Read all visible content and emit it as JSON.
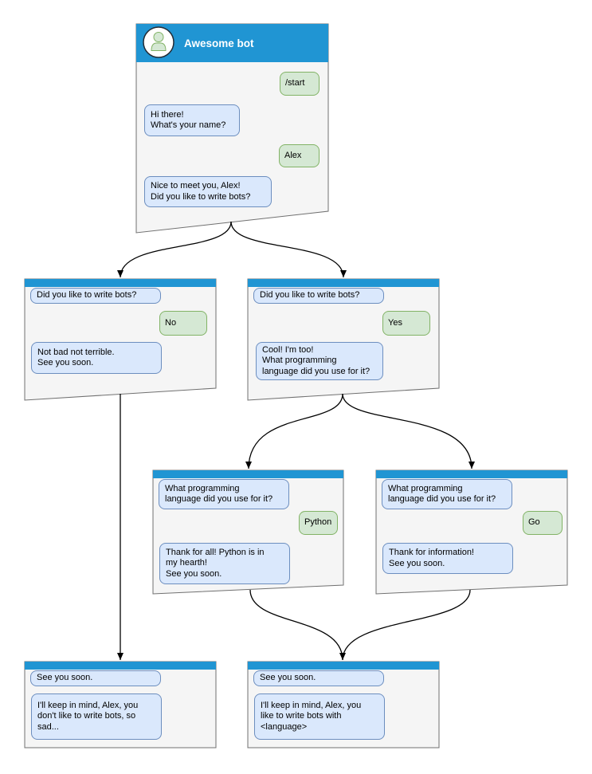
{
  "diagram": {
    "kind": "chatbot-conversation-flowchart",
    "colors": {
      "header_blue": "#2095d3",
      "window_fill": "#f5f5f5",
      "window_border": "#707070",
      "bot_bubble_fill": "#dae8fc",
      "bot_bubble_border": "#6c8ebf",
      "user_bubble_fill": "#d5e8d4",
      "user_bubble_border": "#82b366",
      "arrow": "#000000",
      "title_text": "#ffffff"
    },
    "windows": {
      "main": {
        "title": "Awesome bot",
        "avatar_icon": "person-icon",
        "messages": [
          {
            "sender": "user",
            "text": "/start"
          },
          {
            "sender": "bot",
            "text": "Hi there!\nWhat's your name?"
          },
          {
            "sender": "user",
            "text": "Alex"
          },
          {
            "sender": "bot",
            "text": "Nice to meet you, Alex!\nDid you like to write bots?"
          }
        ]
      },
      "branch_no": {
        "messages": [
          {
            "sender": "bot",
            "text": "Did you like to write bots?"
          },
          {
            "sender": "user",
            "text": "No"
          },
          {
            "sender": "bot",
            "text": "Not bad not terrible.\nSee you soon."
          }
        ]
      },
      "branch_yes": {
        "messages": [
          {
            "sender": "bot",
            "text": "Did you like to write bots?"
          },
          {
            "sender": "user",
            "text": "Yes"
          },
          {
            "sender": "bot",
            "text": "Cool! I'm too!\nWhat programming\nlanguage did you use for it?"
          }
        ]
      },
      "lang_python": {
        "messages": [
          {
            "sender": "bot",
            "text": "What programming\nlanguage did you use for it?"
          },
          {
            "sender": "user",
            "text": "Python"
          },
          {
            "sender": "bot",
            "text": "Thank for all! Python is in\nmy hearth!\nSee you soon."
          }
        ]
      },
      "lang_go": {
        "messages": [
          {
            "sender": "bot",
            "text": "What programming\nlanguage did you use for it?"
          },
          {
            "sender": "user",
            "text": "Go"
          },
          {
            "sender": "bot",
            "text": "Thank for information!\nSee you soon."
          }
        ]
      },
      "final_no": {
        "messages": [
          {
            "sender": "bot",
            "text": "See you soon."
          },
          {
            "sender": "bot",
            "text": "I'll keep in mind, Alex, you\ndon't like to write bots, so\nsad..."
          }
        ]
      },
      "final_lang": {
        "messages": [
          {
            "sender": "bot",
            "text": "See you soon."
          },
          {
            "sender": "bot",
            "text": "I'll keep in mind, Alex, you\nlike to write bots with\n<language>"
          }
        ]
      }
    },
    "edges": [
      {
        "from": "main",
        "to": "branch_no"
      },
      {
        "from": "main",
        "to": "branch_yes"
      },
      {
        "from": "branch_no",
        "to": "final_no"
      },
      {
        "from": "branch_yes",
        "to": "lang_python"
      },
      {
        "from": "branch_yes",
        "to": "lang_go"
      },
      {
        "from": "lang_python",
        "to": "final_lang"
      },
      {
        "from": "lang_go",
        "to": "final_lang"
      }
    ]
  }
}
